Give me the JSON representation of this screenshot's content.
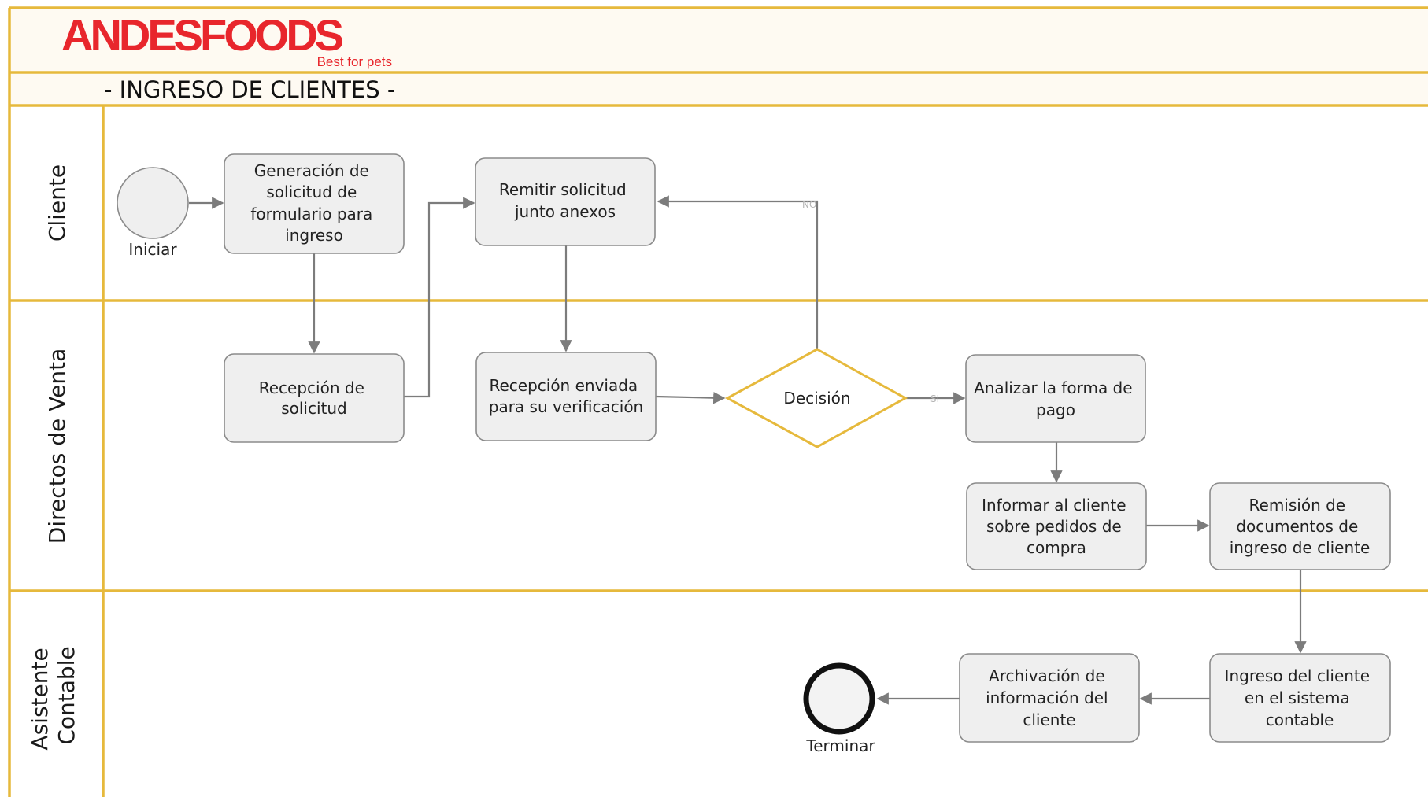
{
  "logo": {
    "brand": "ANDESFOODS",
    "tagline": "Best for pets",
    "brand_color": "#e8262c"
  },
  "title": "- INGRESO DE CLIENTES -",
  "lanes": [
    {
      "id": "cliente",
      "lines": [
        "Cliente"
      ]
    },
    {
      "id": "directos",
      "lines": [
        "Directos de Venta"
      ]
    },
    {
      "id": "asistente",
      "lines": [
        "Asistente",
        "Contable"
      ]
    }
  ],
  "events": {
    "start": {
      "label": "Iniciar"
    },
    "end": {
      "label": "Terminar"
    }
  },
  "tasks": [
    {
      "id": "generacion",
      "lines": [
        "Generación de",
        "solicitud de",
        "formulario para",
        "ingreso"
      ]
    },
    {
      "id": "remitir",
      "lines": [
        "Remitir solicitud",
        "junto anexos"
      ]
    },
    {
      "id": "recepcion-solicitud",
      "lines": [
        "Recepción de",
        "solicitud"
      ]
    },
    {
      "id": "recepcion-enviada",
      "lines": [
        "Recepción enviada",
        "para su verificación"
      ]
    },
    {
      "id": "analizar",
      "lines": [
        "Analizar la forma de",
        "pago"
      ]
    },
    {
      "id": "informar",
      "lines": [
        "Informar al cliente",
        "sobre pedidos de",
        "compra"
      ]
    },
    {
      "id": "remision",
      "lines": [
        "Remisión de",
        "documentos de",
        "ingreso de cliente"
      ]
    },
    {
      "id": "ingreso-sistema",
      "lines": [
        "Ingreso del cliente",
        "en el sistema",
        "contable"
      ]
    },
    {
      "id": "archivacion",
      "lines": [
        "Archivación de",
        "información del",
        "cliente"
      ]
    }
  ],
  "gateway": {
    "label": "Decisión",
    "yes": "SI",
    "no": "NO"
  },
  "colors": {
    "lane_border": "#e6b93c",
    "task_fill": "#efefef",
    "task_stroke": "#8b8b8b",
    "gateway_stroke": "#e6b93c",
    "arrow": "#7c7c7c"
  }
}
